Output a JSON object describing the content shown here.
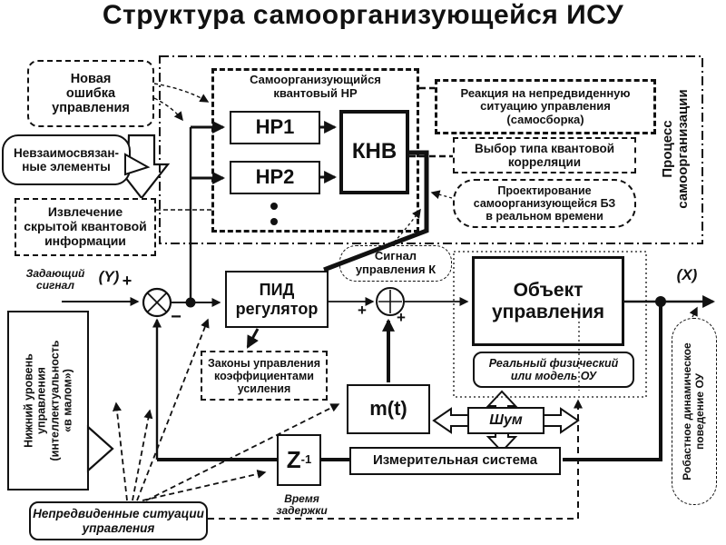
{
  "title": "Структура самоорганизующейся ИСУ",
  "callouts": {
    "new_error": "Новая\nошибка\nуправления",
    "unrelated": "Невзаимосвязан-\nные элементы",
    "extraction": "Извлечение\nскрытой квантовой\nинформации",
    "reaction": "Реакция на непредвиденную\nситуацию управления\n(самосборка)",
    "correlation_choice": "Выбор типа квантовой\nкорреляции",
    "kb_design": "Проектирование\nсамоорганизующейся БЗ\nв реальном времени",
    "control_signal": "Сигнал\nуправления К",
    "control_laws": "Законы управления\nкоэффициентами\nусиления",
    "real_model": "Реальный физический\nили модель ОУ",
    "lower_level": "Нижний уровень\nуправления\n(интеллектуальность\n«в малом»)",
    "unforeseen": "Непредвиденные ситуации\nуправления",
    "robust": "Робастное динамическое\nповедение ОУ",
    "process": "Процесс\nсамоорганизации",
    "group_label": "Самоорганизующийся\nквантовый НР"
  },
  "blocks": {
    "np1": "НР1",
    "np2": "НР2",
    "knv": "КНВ",
    "pid": "ПИД\nрегулятор",
    "plant": "Объект\nуправления",
    "mt": "m(t)",
    "noise": "Шум",
    "measuring": "Измерительная система",
    "z_base": "Z",
    "z_sup": "-1"
  },
  "labels": {
    "setpoint": "Задающий\nсигнал",
    "y": "(Y)",
    "x": "(X)",
    "plus_in": "+",
    "minus_in": "−",
    "plus_sum_left": "+",
    "plus_sum_right": "+",
    "delay": "Время\nзадержки"
  }
}
